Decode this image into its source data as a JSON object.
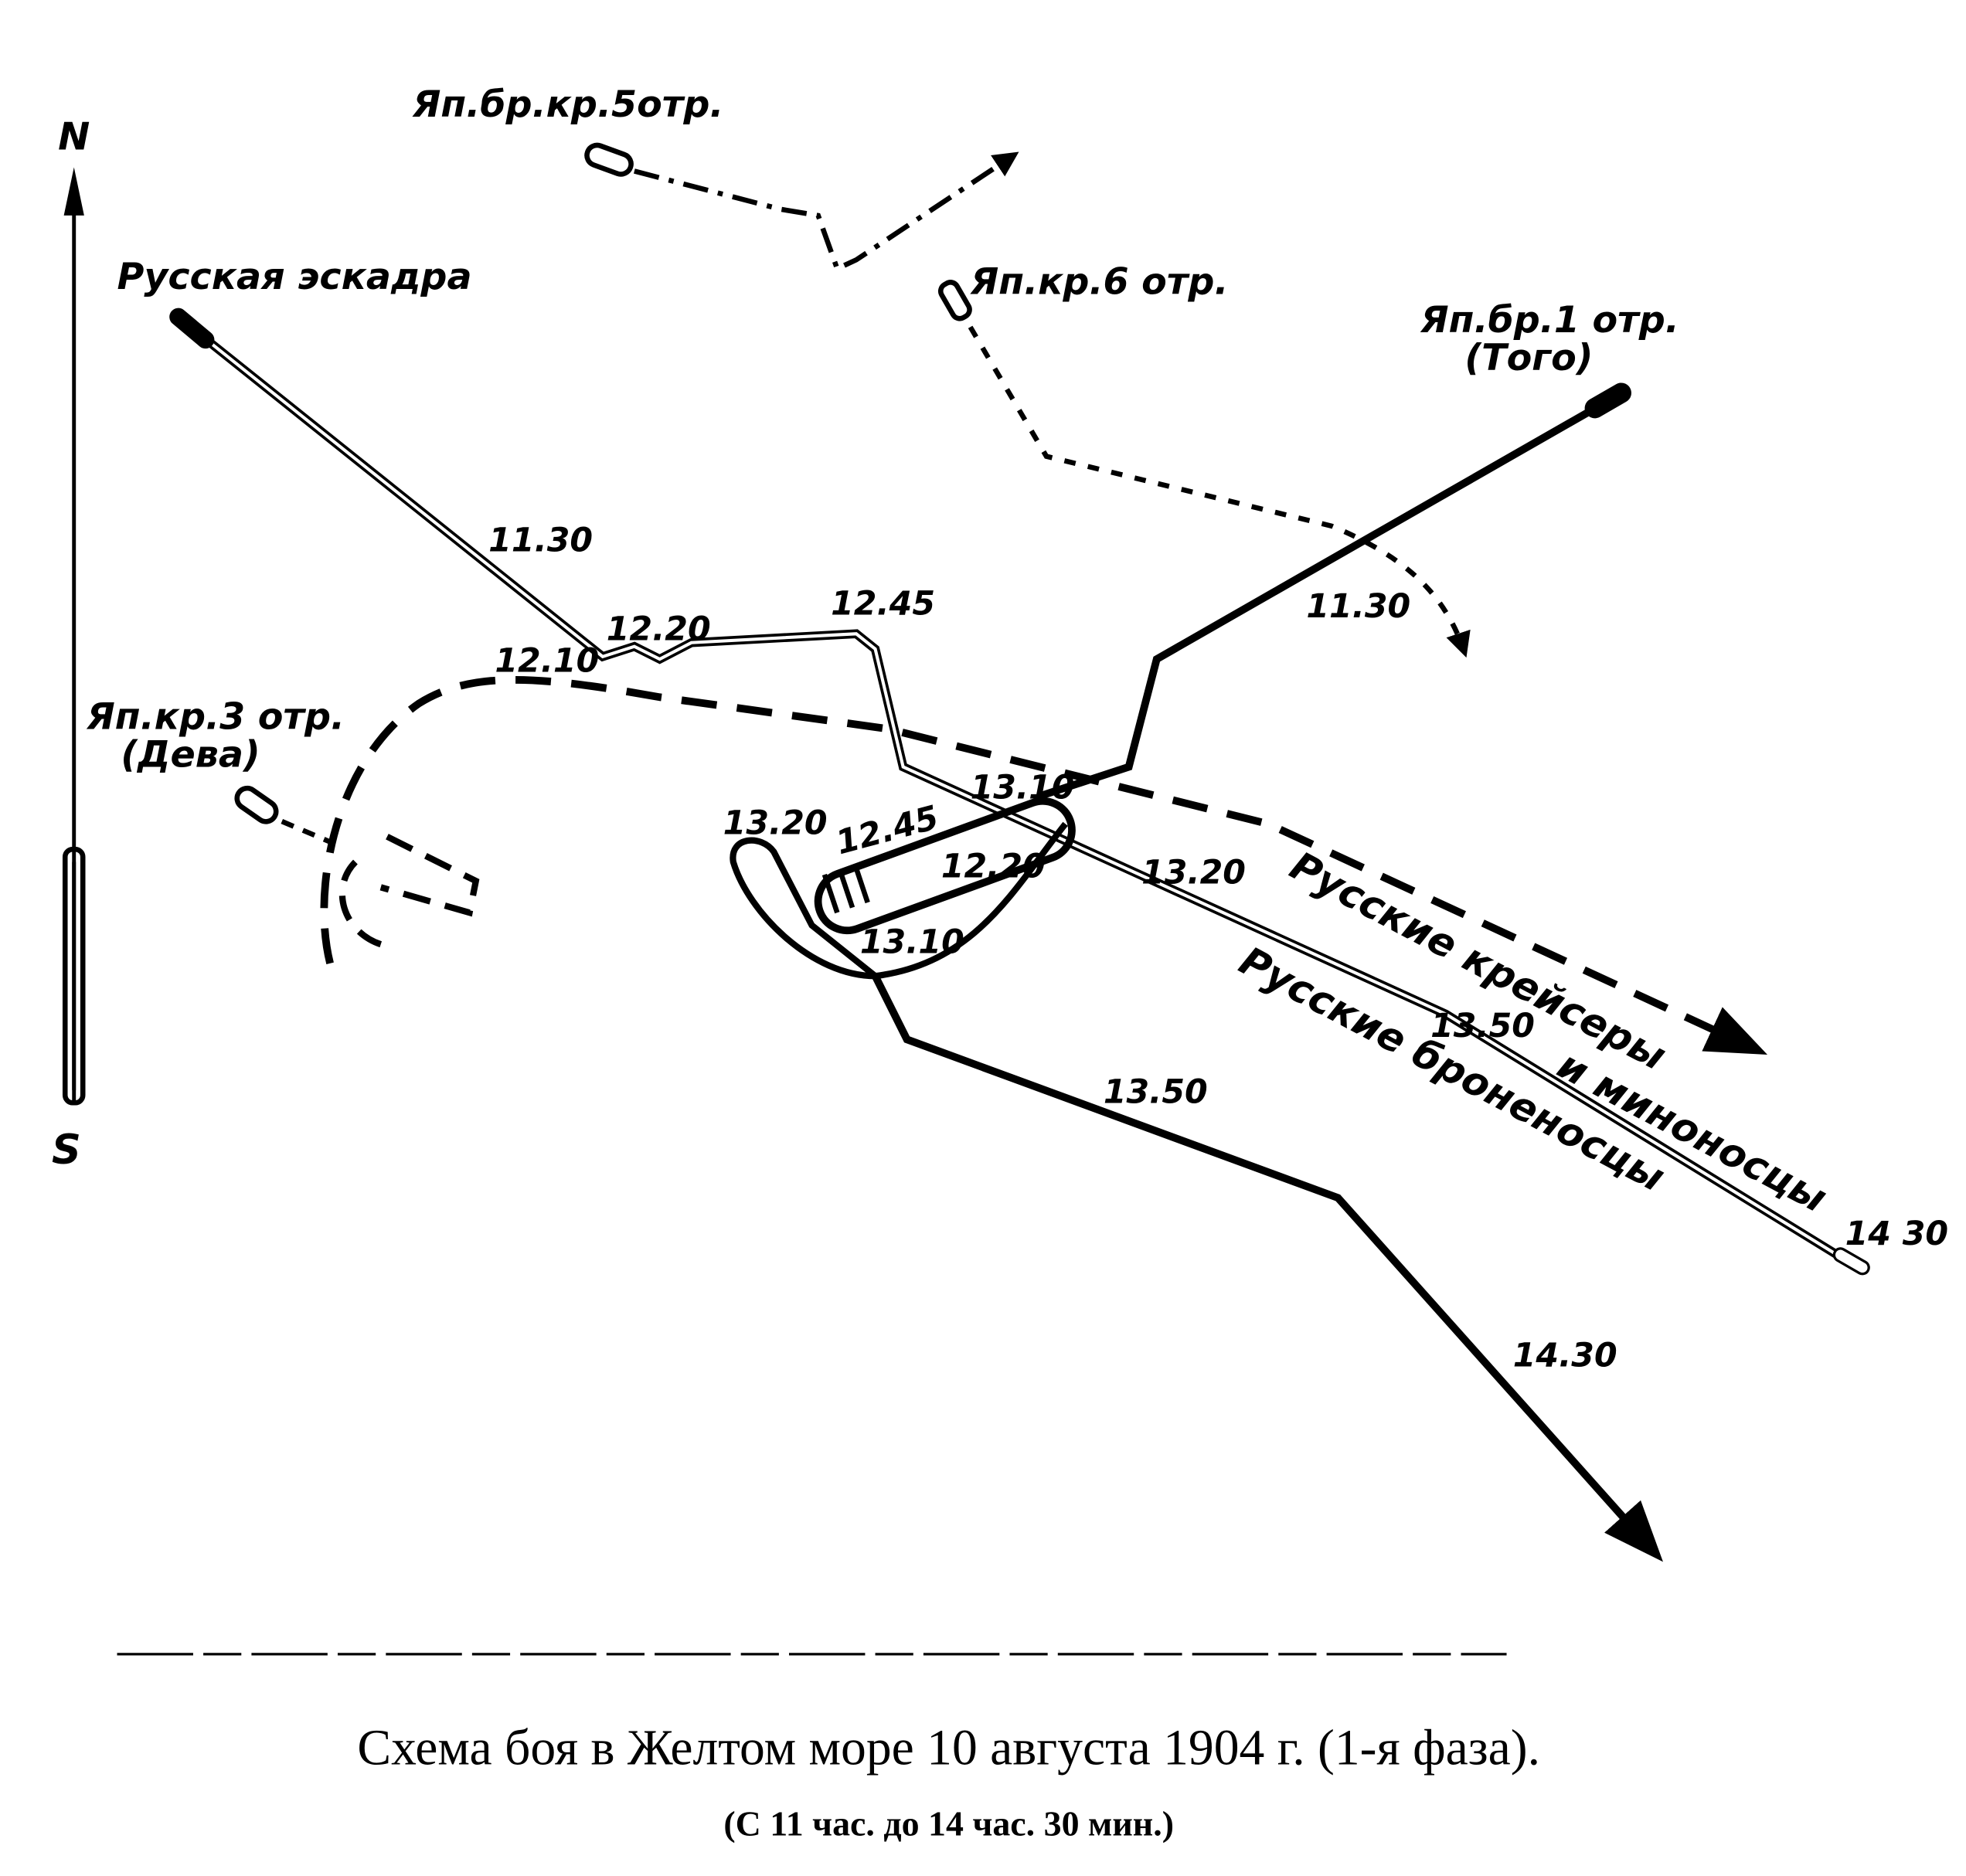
{
  "compass": {
    "north": "N",
    "south": "S"
  },
  "units": {
    "russian_squadron": "Русская эскадра",
    "jp_5": "Яп.бр.кр.5отр.",
    "jp_6": "Яп.кр.6 отр.",
    "jp_1": "Яп.бр.1 отр.",
    "jp_1_sub": "(Того)",
    "jp_3": "Яп.кр.3 отр.",
    "jp_3_sub": "(Дева)",
    "ru_cruisers": "Русские крейсеры",
    "ru_cruisers_2": "и миноносцы",
    "ru_battleships": "Русские броненосцы"
  },
  "times": {
    "ru_1130": "11.30",
    "ru_1220": "12.20",
    "ru_1245": "12.45",
    "ru_1310": "13.10",
    "ru_1320": "13.20",
    "ru_1350": "13.50",
    "ru_1430": "14 30",
    "cr_1210": "12.10",
    "jp_1130": "11.30",
    "jp_1320": "13.20",
    "jp_1245": "12.45",
    "jp_1220": "12.20",
    "jp_1310": "13.10",
    "jp_1350": "13.50",
    "jp_1430": "14.30"
  },
  "caption": {
    "title": "Схема боя в Желтом море 10 августа 1904 г. (1-я фаза).",
    "subtitle": "(С 11 час. до 14 час. 30 мин.)"
  }
}
